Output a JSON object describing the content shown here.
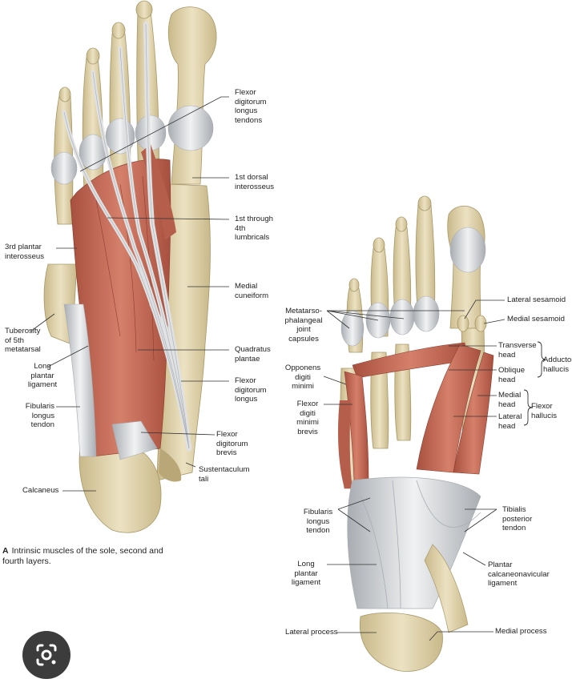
{
  "left_labels": {
    "flexor_digitorum_longus_tendons": "Flexor\ndigitorum\nlongus\ntendons",
    "first_dorsal_interosseus": "1st dorsal\ninterosseus",
    "lumbricals": "1st through\n4th\nlumbricals",
    "third_plantar_interosseus": "3rd plantar\ninterosseus",
    "medial_cuneiform": "Medial\ncuneiform",
    "tuberosity_5th_metatarsal": "Tuberosity\nof 5th\nmetatarsal",
    "quadratus_plantae": "Quadratus\nplantae",
    "long_plantar_ligament": "Long\nplantar\nligament",
    "flexor_digitorum_longus": "Flexor\ndigitorum\nlongus",
    "fibularis_longus_tendon": "Fibularis\nlongus\ntendon",
    "flexor_digitorum_brevis": "Flexor\ndigitorum\nbrevis",
    "sustentaculum_tali": "Sustentaculum\ntali",
    "calcaneus": "Calcaneus"
  },
  "caption": {
    "letter": "A",
    "text": "Intrinsic muscles of the sole, second and\nfourth layers."
  },
  "right_labels": {
    "lateral_sesamoid": "Lateral sesamoid",
    "medial_sesamoid": "Medial sesamoid",
    "mtp_joint_capsules": "Metatarso-\nphalangeal\njoint\ncapsules",
    "transverse_head": "Transverse\nhead",
    "adductor_hallucis": "Adductor\nhallucis",
    "oblique_head": "Oblique\nhead",
    "opponens_digiti_minimi": "Opponens\ndigiti\nminimi",
    "medial_head": "Medial\nhead",
    "flexor_hallucis": "Flexor\nhallucis",
    "lateral_head": "Lateral\nhead",
    "flexor_digiti_minimi_brevis": "Flexor\ndigiti\nminimi\nbrevis",
    "fibularis_longus_tendon": "Fibularis\nlongus\ntendon",
    "tibialis_posterior_tendon": "Tibialis\nposterior\ntendon",
    "long_plantar_ligament": "Long plantar\nligament",
    "plantar_calcaneonavicular_ligament": "Plantar\ncalcaneonavicular\nligament",
    "lateral_process": "Lateral process",
    "medial_process": "Medial process"
  },
  "colors": {
    "bone": "#e4d7b0",
    "bone_shadow": "#c9b98a",
    "muscle": "#c9705c",
    "muscle_dark": "#a8503f",
    "tendon": "#e2e4e6",
    "tendon_edge": "#a9adb2",
    "leader": "#333333",
    "lens_button": "#3c3c3c"
  }
}
